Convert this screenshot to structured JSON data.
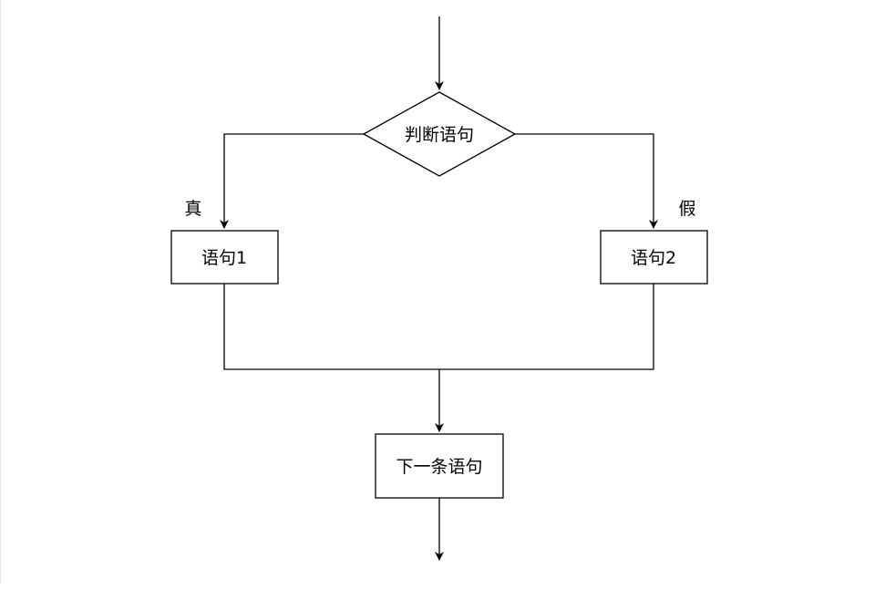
{
  "diagram": {
    "decision": {
      "label": "判断语句"
    },
    "branch_true": {
      "label": "真"
    },
    "branch_false": {
      "label": "假"
    },
    "statement1": {
      "label": "语句1"
    },
    "statement2": {
      "label": "语句2"
    },
    "next_statement": {
      "label": "下一条语句"
    }
  }
}
